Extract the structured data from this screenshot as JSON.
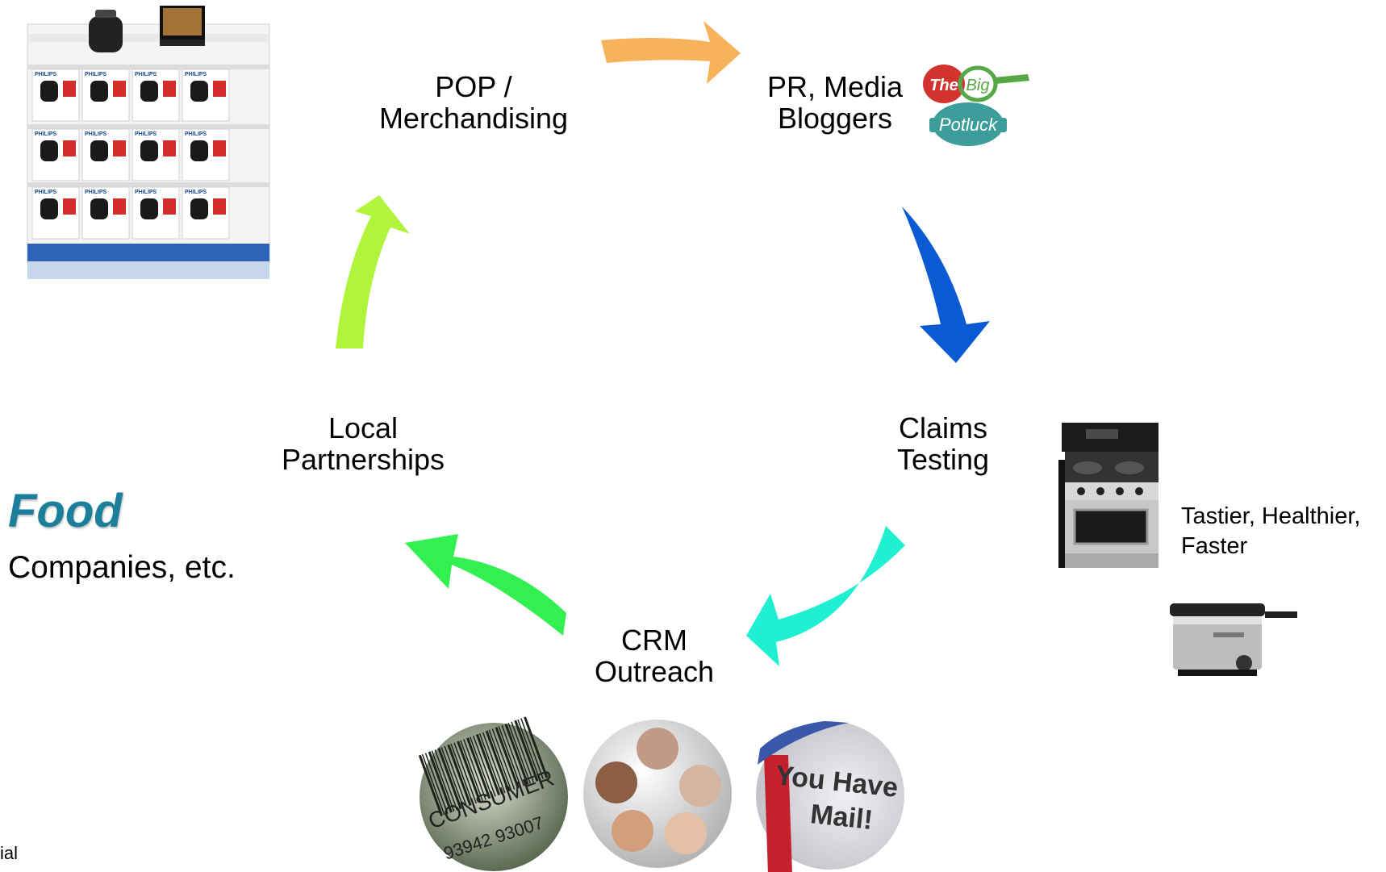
{
  "steps": {
    "pop": "POP /\nMerchandising",
    "pr": "PR, Media\nBloggers",
    "claims": "Claims\nTesting",
    "crm": "CRM\nOutreach",
    "local": "Local\nPartnerships"
  },
  "side": {
    "benefits": "Tastier, Healthier,\nFaster",
    "food_title": "Food",
    "companies": "Companies, etc.",
    "footer": "ial"
  },
  "logo": {
    "line1a": "The",
    "line1b": "Big",
    "line2": "Potluck"
  },
  "display_brand": "PHILIPS",
  "barcode_text": "CONSUMER",
  "barcode_number": "93942 93007",
  "mail_text": "You Have\nMail!",
  "colors": {
    "arrow_orange": "#f7b25c",
    "arrow_blue": "#0a5bd3",
    "arrow_teal": "#1ff0d2",
    "arrow_green": "#33f051",
    "arrow_lime": "#b0f53c",
    "food_blue": "#1b7f9b",
    "logo_red": "#d3332f",
    "logo_green": "#56a846",
    "logo_teal": "#3c9d9b"
  }
}
